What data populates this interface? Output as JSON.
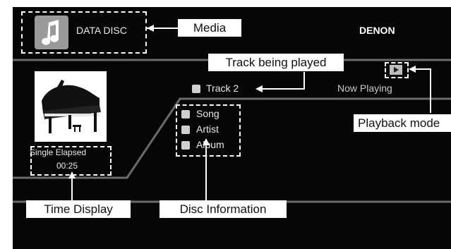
{
  "header": {
    "source_label": "DATA DISC",
    "brand": "DENON",
    "media_icon": "music-note-icon"
  },
  "now_playing": {
    "track": "Track 2",
    "status": "Now Playing",
    "mode_icon": "play-icon"
  },
  "time_display": {
    "mode": "Single Elapsed",
    "time": "00:25"
  },
  "disc_info": {
    "items": [
      {
        "icon": "note-icon",
        "label": "Song"
      },
      {
        "icon": "person-icon",
        "label": "Artist"
      },
      {
        "icon": "disc-icon",
        "label": "Album"
      }
    ]
  },
  "album_art": "grand-piano-image",
  "callouts": {
    "media": "Media",
    "track_being_played": "Track being played",
    "playback_mode": "Playback mode",
    "time_display": "Time Display",
    "disc_information": "Disc Information"
  },
  "colors": {
    "screen_bg": "#060606",
    "line": "#6a6a6a",
    "text": "#e8e8e8",
    "callout_bg": "#ffffff"
  }
}
